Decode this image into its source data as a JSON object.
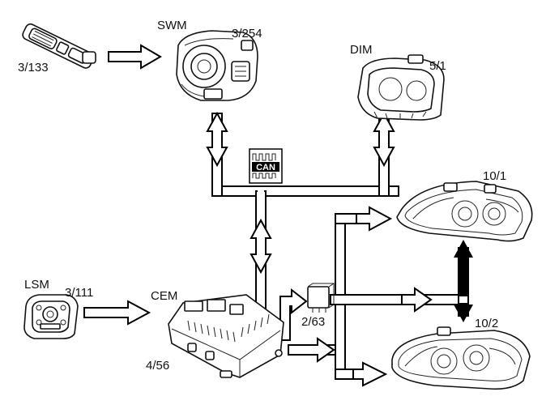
{
  "components": {
    "steering_switch": {
      "code": "3/133"
    },
    "swm": {
      "name": "SWM",
      "code": "3/254"
    },
    "dim": {
      "name": "DIM",
      "code": "5/1"
    },
    "can_bus": {
      "label": "CAN"
    },
    "lsm": {
      "name": "LSM",
      "code": "3/111"
    },
    "cem": {
      "name": "CEM",
      "code": "4/56"
    },
    "relay": {
      "code": "2/63"
    },
    "headlamp_upper": {
      "code": "10/1"
    },
    "headlamp_lower": {
      "code": "10/2"
    }
  }
}
